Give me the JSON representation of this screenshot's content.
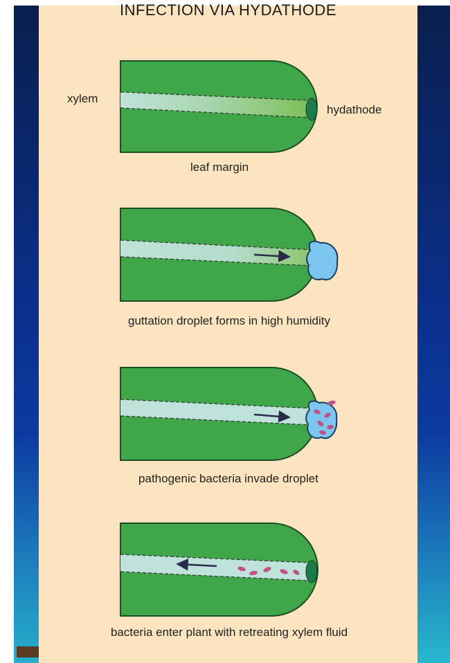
{
  "title": "INFECTION VIA HYDATHODE",
  "panel1": {
    "xylem": "xylem",
    "hydathode": "hydathode",
    "caption": "leaf margin"
  },
  "panel2": {
    "caption": "guttation droplet forms in high humidity"
  },
  "panel3": {
    "caption": "pathogenic bacteria invade droplet"
  },
  "panel4": {
    "caption": "bacteria enter plant with retreating xylem fluid"
  },
  "colors": {
    "leaf": "#3fa64a",
    "xylem": "#bfe3da",
    "droplet": "#7cc5ee",
    "hydathode": "#1e7a4a",
    "bacteria": "#c0508a",
    "background": "#fde4c0"
  }
}
